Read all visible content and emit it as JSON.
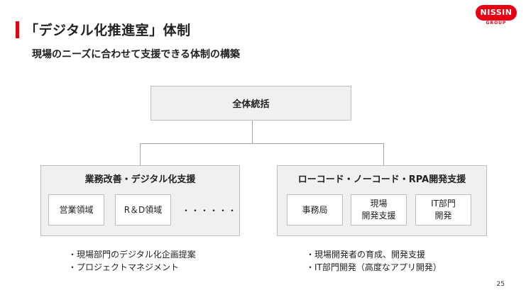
{
  "header": {
    "title": "「デジタル化推進室」体制",
    "subtitle": "現場のニーズに合わせて支援できる体制の構築"
  },
  "logo": {
    "brand": "NISSIN",
    "group": "GROUP"
  },
  "colors": {
    "accent": "#e60012",
    "box_fill": "#f0f0f0",
    "border": "#bfbfbf"
  },
  "org": {
    "top": {
      "label": "全体統括"
    },
    "left": {
      "label": "業務改善・デジタル化支援",
      "units": [
        "営業領域",
        "R＆D領域"
      ],
      "ellipsis": "・・・・・・",
      "notes": [
        "・現場部門のデジタル化企画提案",
        "・プロジェクトマネジメント"
      ]
    },
    "right": {
      "label": "ローコード・ノーコード・RPA開発支援",
      "units": [
        "事務局",
        "現場\n開発支援",
        "IT部門\n開発"
      ],
      "notes": [
        "・現場開発者の育成、開発支援",
        "・IT部門開発（高度なアプリ開発）"
      ]
    }
  },
  "footer": {
    "page_number": "25"
  }
}
